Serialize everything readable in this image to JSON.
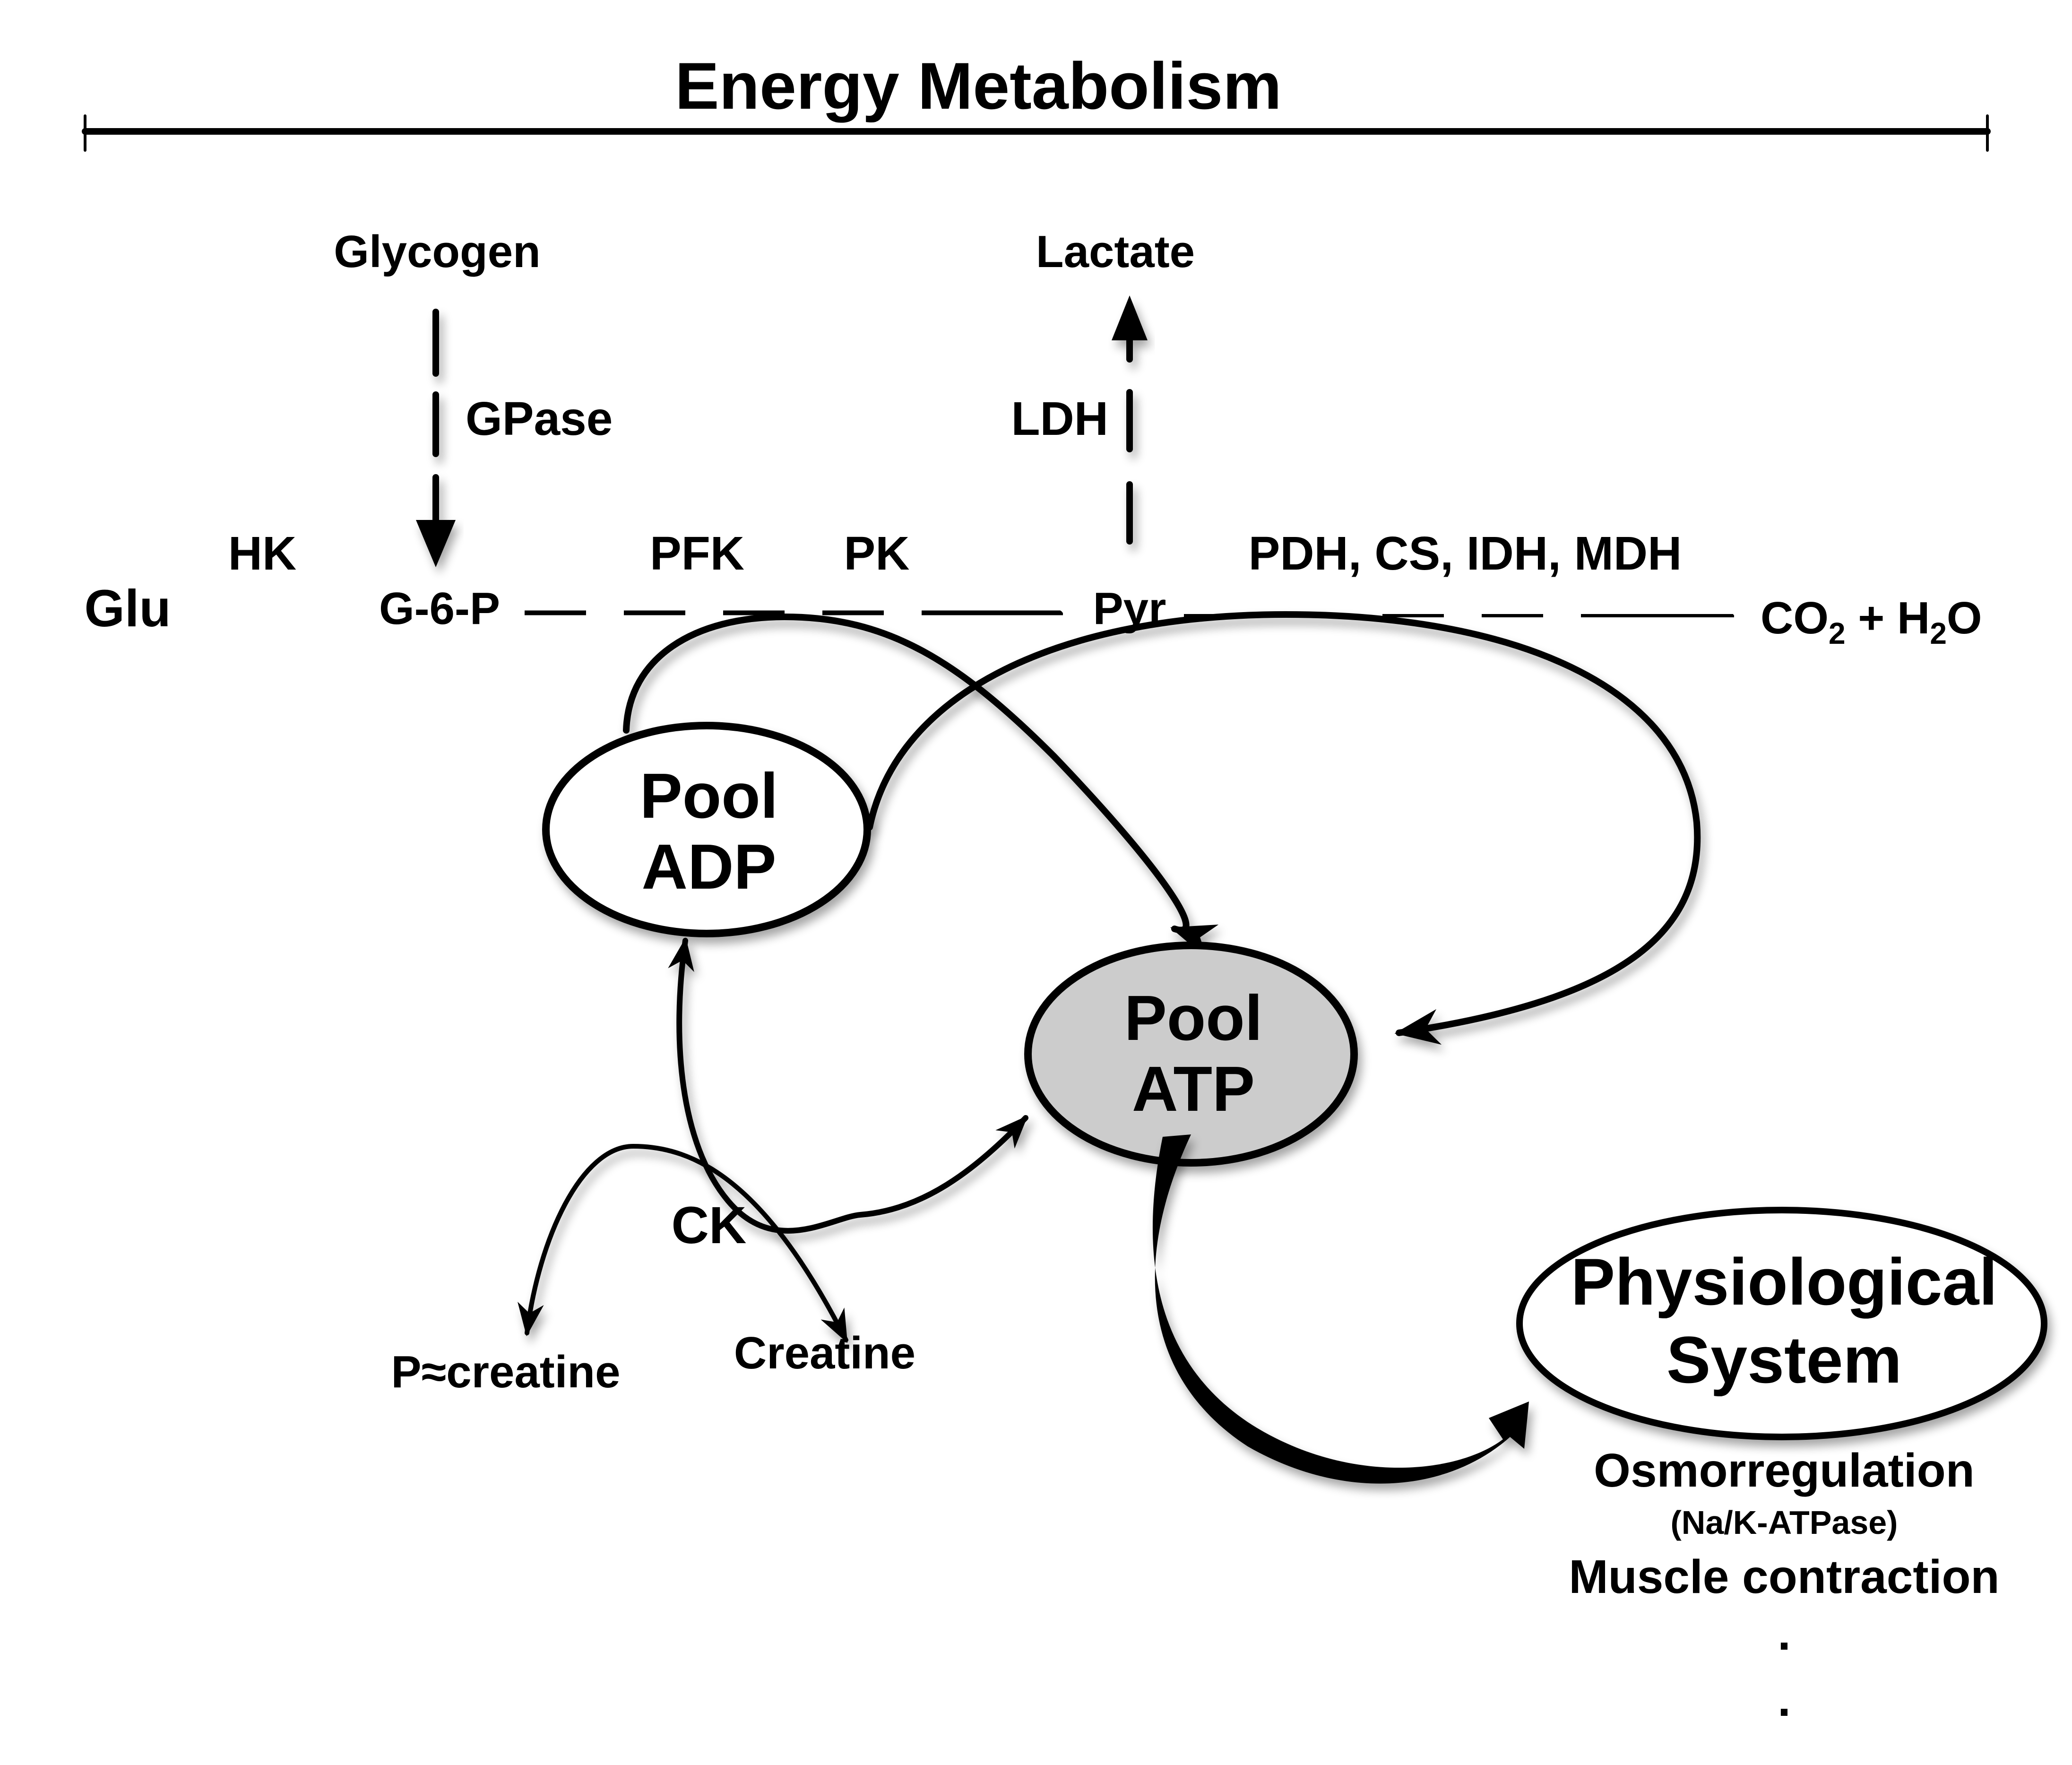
{
  "title": "Energy Metabolism",
  "metabolites": {
    "glycogen": "Glycogen",
    "lactate": "Lactate",
    "glucose": "Glu",
    "g6p": "G-6-P",
    "pyruvate": "Pyr",
    "end_products": "CO₂ + H₂O",
    "phosphocreatine": "P≈creatine",
    "creatine": "Creatine"
  },
  "enzymes": {
    "gpase": "GPase",
    "ldh": "LDH",
    "hk": "HK",
    "pfk": "PFK",
    "pk": "PK",
    "oxidative": "PDH, CS, IDH, MDH",
    "ck": "CK"
  },
  "pools": {
    "adp": {
      "line1": "Pool",
      "line2": "ADP",
      "fill": "#ffffff"
    },
    "atp": {
      "line1": "Pool",
      "line2": "ATP",
      "fill": "#cccccc"
    }
  },
  "physiological_system": {
    "line1": "Physiological",
    "line2": "System",
    "functions": [
      {
        "label": "Osmorregulation"
      },
      {
        "label": "(Na/K-ATPase)"
      },
      {
        "label": "Muscle contraction"
      },
      {
        "label": "."
      },
      {
        "label": "."
      }
    ]
  }
}
